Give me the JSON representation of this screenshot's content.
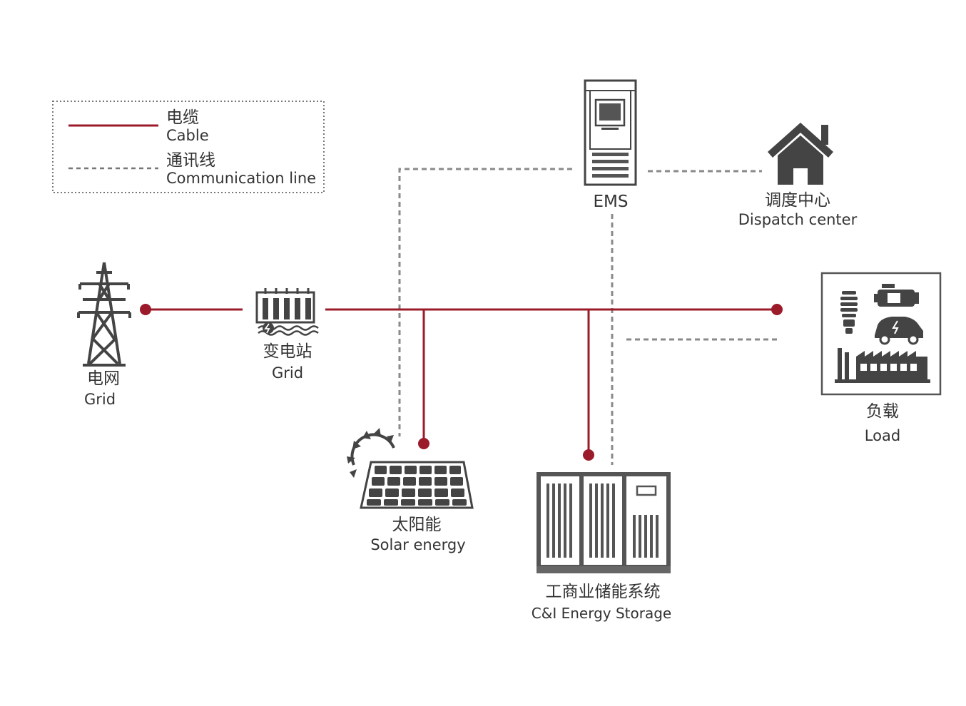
{
  "legend": {
    "cable_zh": "电缆",
    "cable_en": "Cable",
    "comm_zh": "通讯线",
    "comm_en": "Communication line"
  },
  "nodes": {
    "ems": {
      "label": "EMS"
    },
    "dispatch": {
      "zh": "调度中心",
      "en": "Dispatch center"
    },
    "grid_tower": {
      "zh": "电网",
      "en": "Grid"
    },
    "substation": {
      "zh": "变电站",
      "en": "Grid"
    },
    "load": {
      "zh": "负载",
      "en": "Load"
    },
    "solar": {
      "zh": "太阳能",
      "en": "Solar energy"
    },
    "storage": {
      "zh": "工商业储能系统",
      "en": "C&I Energy Storage"
    }
  },
  "colors": {
    "cable": "#9b1b2a",
    "comm": "#8a8a8a",
    "icon_dark": "#444444",
    "icon_mid": "#666666"
  }
}
